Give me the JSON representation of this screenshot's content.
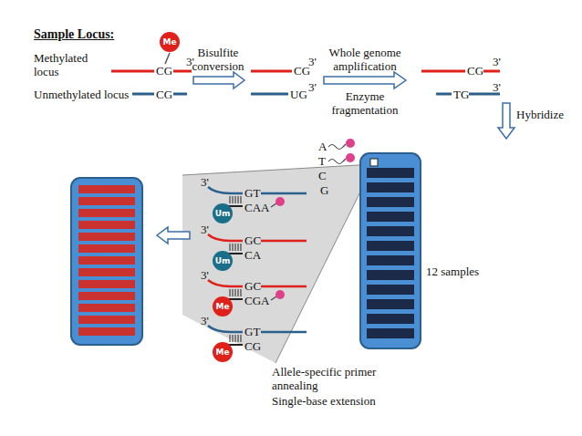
{
  "diagram": {
    "nodes": [
      {
        "text": [
          "Me"
        ]
      },
      {
        "text": [
          "Um"
        ]
      },
      {
        "text": [
          "Um"
        ]
      },
      {
        "text": [
          "Me"
        ]
      },
      {
        "text": [
          "Me"
        ]
      }
    ],
    "labels": [
      "Sample Locus:",
      "Methylated locus",
      "CG",
      "3'",
      "Unmethylated locus",
      "CG",
      "Bisulfite conversion",
      "CG",
      "3'",
      "UG",
      "3'",
      "Whole genome amplification",
      "Enzyme fragmentation",
      "CG",
      "3'",
      "TG",
      "3'",
      "Hybridize",
      "A",
      "T",
      "C",
      "G",
      "12 samples",
      "3'",
      "GT",
      "CAA",
      "3'",
      "GC",
      "CA",
      "3'",
      "GC",
      "CGA",
      "3'",
      "GT",
      "CG",
      "Allele-specific primer annealing",
      "Single-base extension"
    ]
  }
}
